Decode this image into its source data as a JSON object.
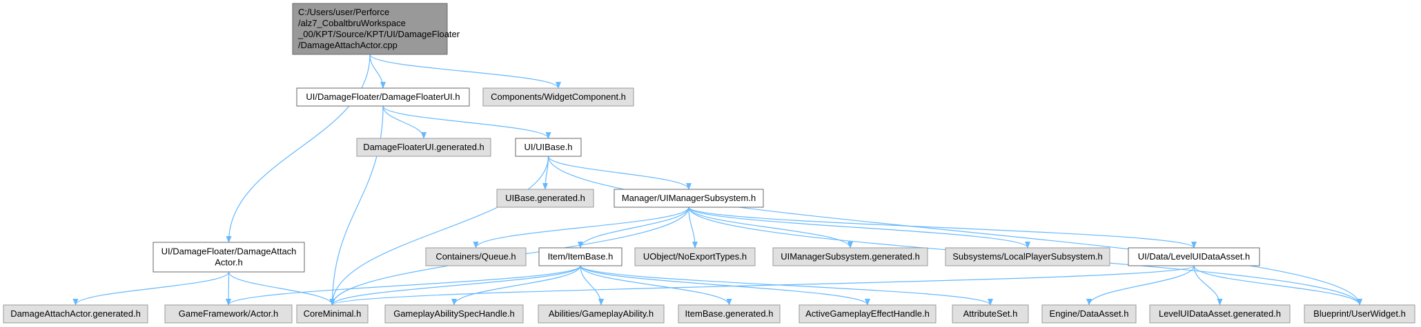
{
  "colors": {
    "edge": "#63b8ff",
    "root_fill": "#999999",
    "root_stroke": "#666666",
    "box_fill": "#ffffff",
    "box_stroke": "#666666",
    "ext_fill": "#e0e0e0",
    "ext_stroke": "#999999"
  },
  "nodes": [
    {
      "id": "root",
      "kind": "root",
      "lines": [
        "C:/Users/user/Perforce",
        "/alz7_CobaltbruWorkspace",
        "_00/KPT/Source/KPT/UI/DamageFloater",
        "/DamageAttachActor.cpp"
      ]
    },
    {
      "id": "dfui",
      "kind": "box",
      "lines": [
        "UI/DamageFloater/DamageFloaterUI.h"
      ]
    },
    {
      "id": "widgetcomp",
      "kind": "ext",
      "lines": [
        "Components/WidgetComponent.h"
      ]
    },
    {
      "id": "dfuigen",
      "kind": "ext",
      "lines": [
        "DamageFloaterUI.generated.h"
      ]
    },
    {
      "id": "uibase",
      "kind": "box",
      "lines": [
        "UI/UIBase.h"
      ]
    },
    {
      "id": "uibasegen",
      "kind": "ext",
      "lines": [
        "UIBase.generated.h"
      ]
    },
    {
      "id": "mgr",
      "kind": "box",
      "lines": [
        "Manager/UIManagerSubsystem.h"
      ]
    },
    {
      "id": "daa",
      "kind": "box",
      "lines": [
        "UI/DamageFloater/DamageAttach",
        "Actor.h"
      ]
    },
    {
      "id": "queue",
      "kind": "ext",
      "lines": [
        "Containers/Queue.h"
      ]
    },
    {
      "id": "itembase",
      "kind": "box",
      "lines": [
        "Item/ItemBase.h"
      ]
    },
    {
      "id": "noexport",
      "kind": "ext",
      "lines": [
        "UObject/NoExportTypes.h"
      ]
    },
    {
      "id": "mgrgen",
      "kind": "ext",
      "lines": [
        "UIManagerSubsystem.generated.h"
      ]
    },
    {
      "id": "localplayer",
      "kind": "ext",
      "lines": [
        "Subsystems/LocalPlayerSubsystem.h"
      ]
    },
    {
      "id": "leveluida",
      "kind": "box",
      "lines": [
        "UI/Data/LevelUIDataAsset.h"
      ]
    },
    {
      "id": "daagen",
      "kind": "ext",
      "lines": [
        "DamageAttachActor.generated.h"
      ]
    },
    {
      "id": "gfactor",
      "kind": "ext",
      "lines": [
        "GameFramework/Actor.h"
      ]
    },
    {
      "id": "coreminimal",
      "kind": "ext",
      "lines": [
        "CoreMinimal.h"
      ]
    },
    {
      "id": "gaspec",
      "kind": "ext",
      "lines": [
        "GameplayAbilitySpecHandle.h"
      ]
    },
    {
      "id": "gability",
      "kind": "ext",
      "lines": [
        "Abilities/GameplayAbility.h"
      ]
    },
    {
      "id": "itembasegen",
      "kind": "ext",
      "lines": [
        "ItemBase.generated.h"
      ]
    },
    {
      "id": "ageh",
      "kind": "ext",
      "lines": [
        "ActiveGameplayEffectHandle.h"
      ]
    },
    {
      "id": "attrset",
      "kind": "ext",
      "lines": [
        "AttributeSet.h"
      ]
    },
    {
      "id": "dataasset",
      "kind": "ext",
      "lines": [
        "Engine/DataAsset.h"
      ]
    },
    {
      "id": "leveluidagen",
      "kind": "ext",
      "lines": [
        "LevelUIDataAsset.generated.h"
      ]
    },
    {
      "id": "userwidget",
      "kind": "ext",
      "lines": [
        "Blueprint/UserWidget.h"
      ]
    }
  ],
  "edges": [
    {
      "from": "root",
      "to": "dfui"
    },
    {
      "from": "root",
      "to": "widgetcomp"
    },
    {
      "from": "root",
      "to": "daa"
    },
    {
      "from": "dfui",
      "to": "dfuigen"
    },
    {
      "from": "dfui",
      "to": "uibase"
    },
    {
      "from": "dfui",
      "to": "coreminimal"
    },
    {
      "from": "uibase",
      "to": "uibasegen"
    },
    {
      "from": "uibase",
      "to": "mgr"
    },
    {
      "from": "uibase",
      "to": "coreminimal"
    },
    {
      "from": "uibase",
      "to": "userwidget"
    },
    {
      "from": "mgr",
      "to": "queue"
    },
    {
      "from": "mgr",
      "to": "itembase"
    },
    {
      "from": "mgr",
      "to": "noexport"
    },
    {
      "from": "mgr",
      "to": "mgrgen"
    },
    {
      "from": "mgr",
      "to": "localplayer"
    },
    {
      "from": "mgr",
      "to": "leveluida"
    },
    {
      "from": "mgr",
      "to": "coreminimal"
    },
    {
      "from": "mgr",
      "to": "userwidget"
    },
    {
      "from": "daa",
      "to": "daagen"
    },
    {
      "from": "daa",
      "to": "gfactor"
    },
    {
      "from": "daa",
      "to": "coreminimal"
    },
    {
      "from": "itembase",
      "to": "gfactor"
    },
    {
      "from": "itembase",
      "to": "coreminimal"
    },
    {
      "from": "itembase",
      "to": "gaspec"
    },
    {
      "from": "itembase",
      "to": "gability"
    },
    {
      "from": "itembase",
      "to": "itembasegen"
    },
    {
      "from": "itembase",
      "to": "ageh"
    },
    {
      "from": "itembase",
      "to": "attrset"
    },
    {
      "from": "leveluida",
      "to": "coreminimal"
    },
    {
      "from": "leveluida",
      "to": "dataasset"
    },
    {
      "from": "leveluida",
      "to": "leveluidagen"
    },
    {
      "from": "leveluida",
      "to": "userwidget"
    }
  ]
}
